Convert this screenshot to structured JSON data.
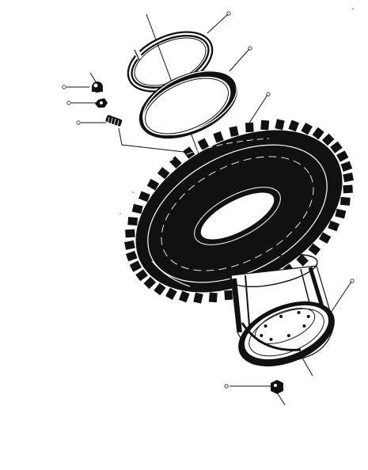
{
  "diagram": {
    "parts": [
      {
        "id": "split-lock-ring",
        "callout": ""
      },
      {
        "id": "side-ring",
        "callout": ""
      },
      {
        "id": "tyre",
        "callout": ""
      },
      {
        "id": "wheel-rim",
        "callout": ""
      },
      {
        "id": "valve-cap",
        "callout": ""
      },
      {
        "id": "valve-nut",
        "callout": ""
      },
      {
        "id": "valve-stem",
        "callout": ""
      },
      {
        "id": "wheel-nut",
        "callout": ""
      }
    ],
    "ink_color": "#111111",
    "background_color": "#ffffff"
  }
}
